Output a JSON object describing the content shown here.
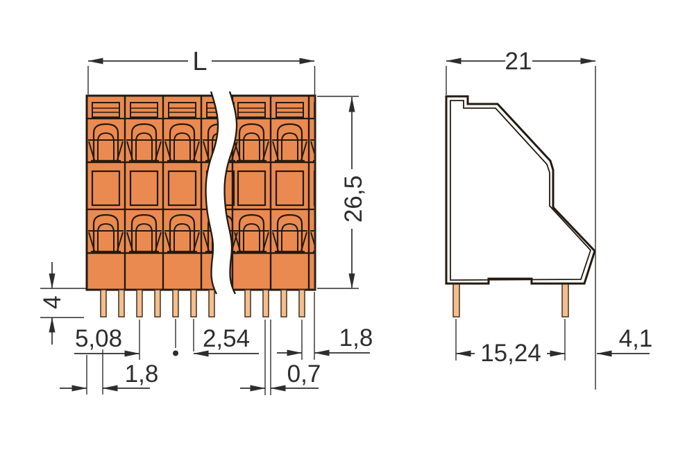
{
  "drawing": {
    "description": "Dimensional drawing of a double-deck PCB terminal block, front view and side view",
    "front_view": {
      "poles_visible": 6,
      "pins_per_pole": 2,
      "label_overall_width": "L",
      "label_overall_height": "26,5",
      "label_pin_length": "4",
      "label_pole_pitch": "5,08",
      "label_pin_pitch": "2,54",
      "label_edge_to_pin_left": "1,8",
      "label_pin_width": "0,7",
      "label_pin_to_edge_right": "1,8"
    },
    "side_view": {
      "label_overall_depth": "21",
      "label_pin_row_spacing": "15,24",
      "label_rear_overhang": "4,1"
    },
    "colors": {
      "body": "#EB8A50",
      "body_light": "#F3BE90",
      "pin": "#F3BE90",
      "outline": "#221a10",
      "dimension": "#2d2d2d",
      "background": "#ffffff"
    }
  }
}
